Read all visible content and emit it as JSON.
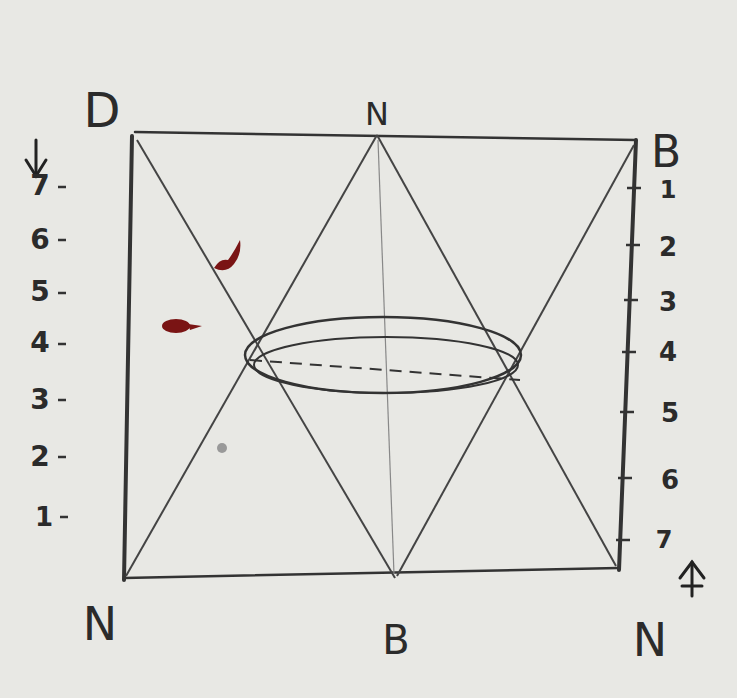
{
  "diagram": {
    "labels": [
      "D",
      "N",
      "B",
      "7",
      "6",
      "5",
      "4",
      "3",
      "2",
      "1",
      "1",
      "2",
      "3",
      "4",
      "5",
      "6",
      "7",
      "N",
      "B",
      "N"
    ]
  }
}
